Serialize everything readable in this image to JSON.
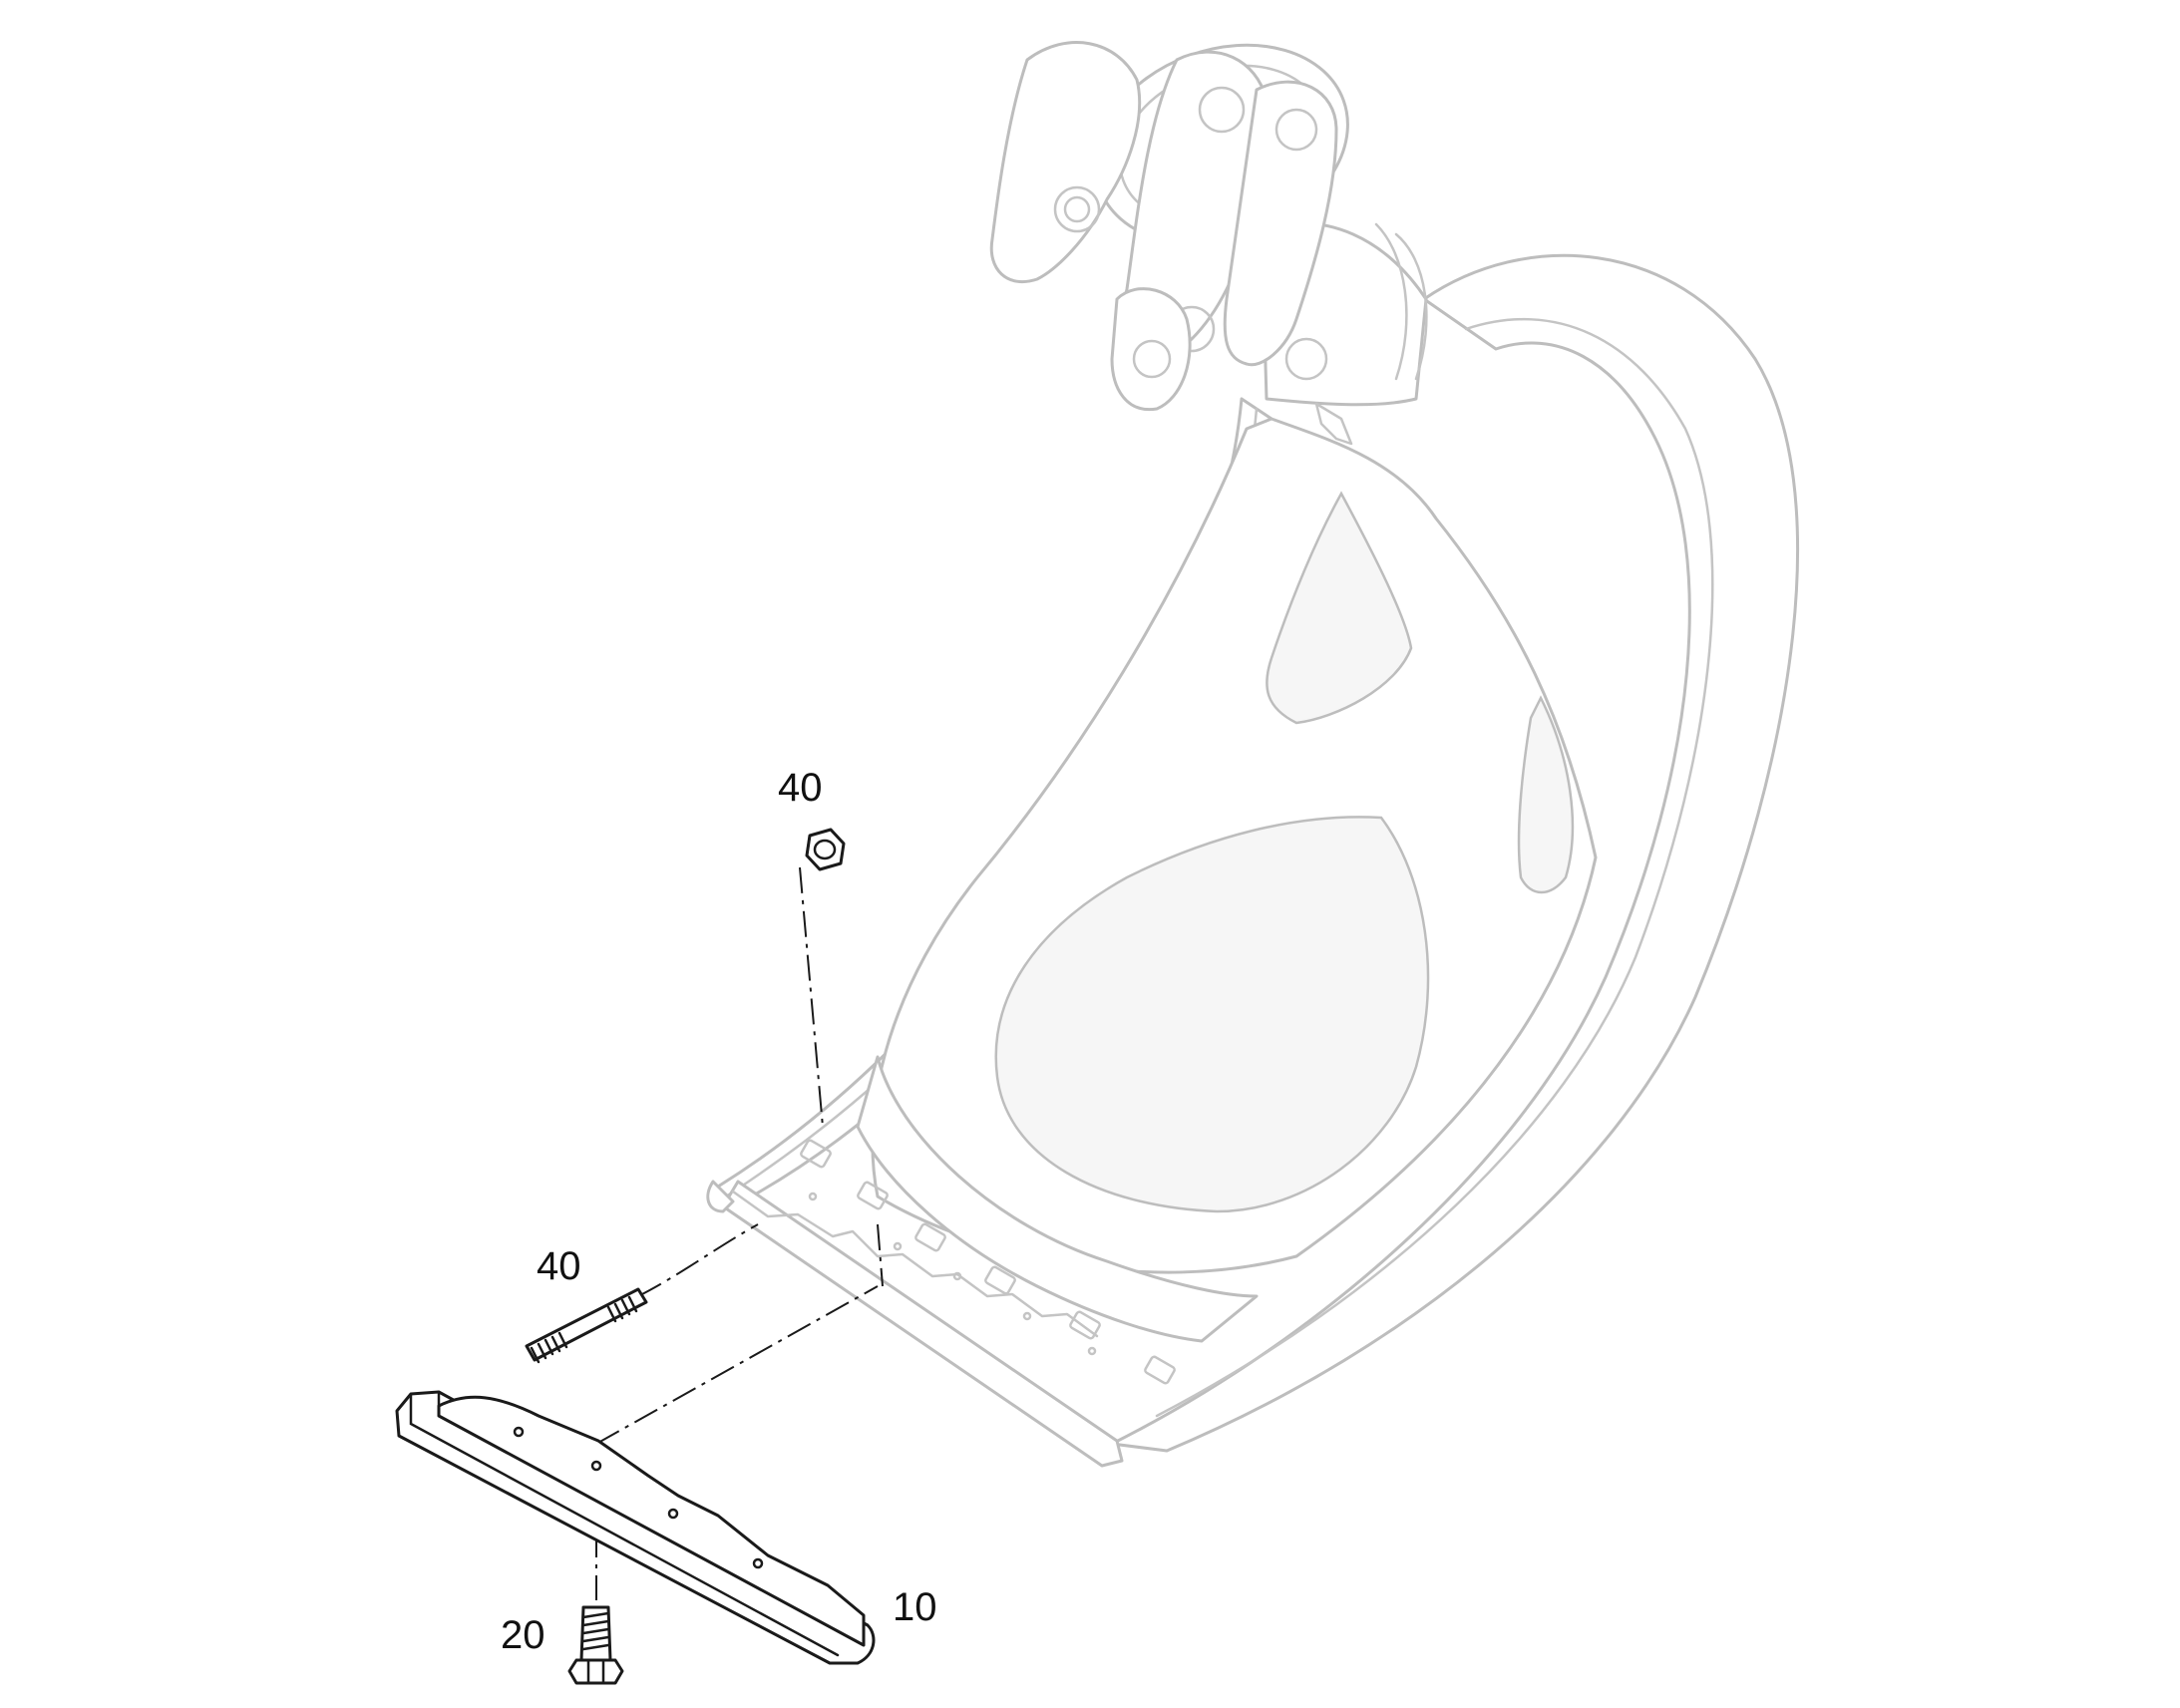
{
  "callouts": {
    "nut_top": "40",
    "stud": "40",
    "bolt": "20",
    "wear_bar": "10"
  }
}
